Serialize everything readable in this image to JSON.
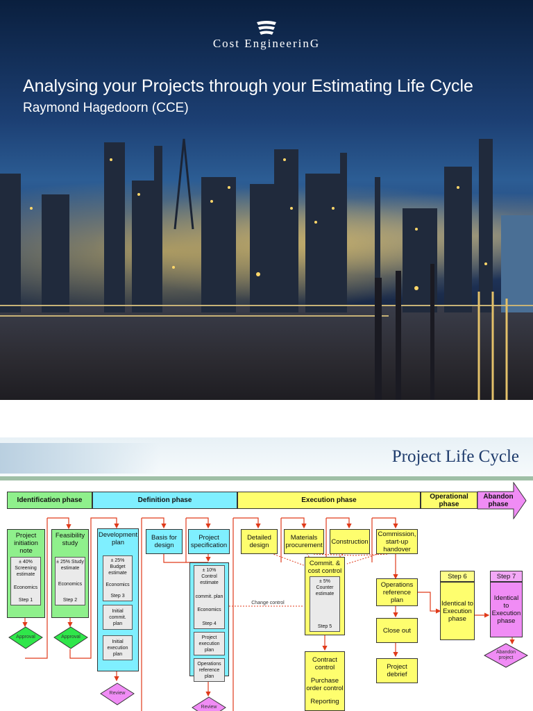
{
  "slide1": {
    "logo_text": "Cost EngineerinG",
    "title": "Analysing your Projects through your Estimating Life Cycle",
    "subtitle": "Raymond Hagedoorn (CCE)"
  },
  "slide2": {
    "title": "Project Life Cycle",
    "phases": {
      "identification": "Identification phase",
      "definition": "Definition phase",
      "execution": "Execution phase",
      "operational": "Operational phase",
      "abandon": "Abandon phase"
    },
    "boxes": {
      "initiation": {
        "title": "Project initiation note",
        "est": "± 40% Screening estimate",
        "econ": "Economics",
        "step": "Step 1"
      },
      "feasibility": {
        "title": "Feasibility study",
        "est": "± 25% Study estimate",
        "econ": "Economics",
        "step": "Step 2"
      },
      "development": {
        "title": "Development plan",
        "est": "± 25% Budget estimate",
        "econ": "Economics",
        "step": "Step 3",
        "commit": "Initial commit. plan",
        "exec": "Initial execution plan"
      },
      "basis": {
        "title": "Basis for design"
      },
      "specification": {
        "title": "Project specification",
        "est": "± 10% Control estimate",
        "commit": "commit. plan",
        "econ": "Economics",
        "step": "Step 4",
        "exec": "Project execution plan",
        "ops": "Operations reference plan"
      },
      "detailed": {
        "title": "Detailed design"
      },
      "materials": {
        "title": "Materials procurement"
      },
      "construction": {
        "title": "Construction"
      },
      "commission": {
        "title": "Commission, start-up handover"
      },
      "commit_cost": {
        "title": "Commit. & cost control",
        "est": "± 5% Counter estimate",
        "step": "Step 5"
      },
      "ops_ref": {
        "title": "Operations reference plan"
      },
      "close_out": {
        "title": "Close out"
      },
      "debrief": {
        "title": "Project debrief"
      },
      "contract": {
        "title": "Contract control",
        "po": "Purchase order control",
        "rep": "Reporting"
      },
      "step6": {
        "step": "Step 6",
        "text": "Identical to Execution phase"
      },
      "step7": {
        "step": "Step 7",
        "text": "Identical to Execution phase"
      }
    },
    "diamonds": {
      "approval1": "Approval",
      "approval2": "Approval",
      "review1": "Review",
      "review2": "Review",
      "abandon": "Abandon project"
    },
    "change_control": "Change control"
  }
}
